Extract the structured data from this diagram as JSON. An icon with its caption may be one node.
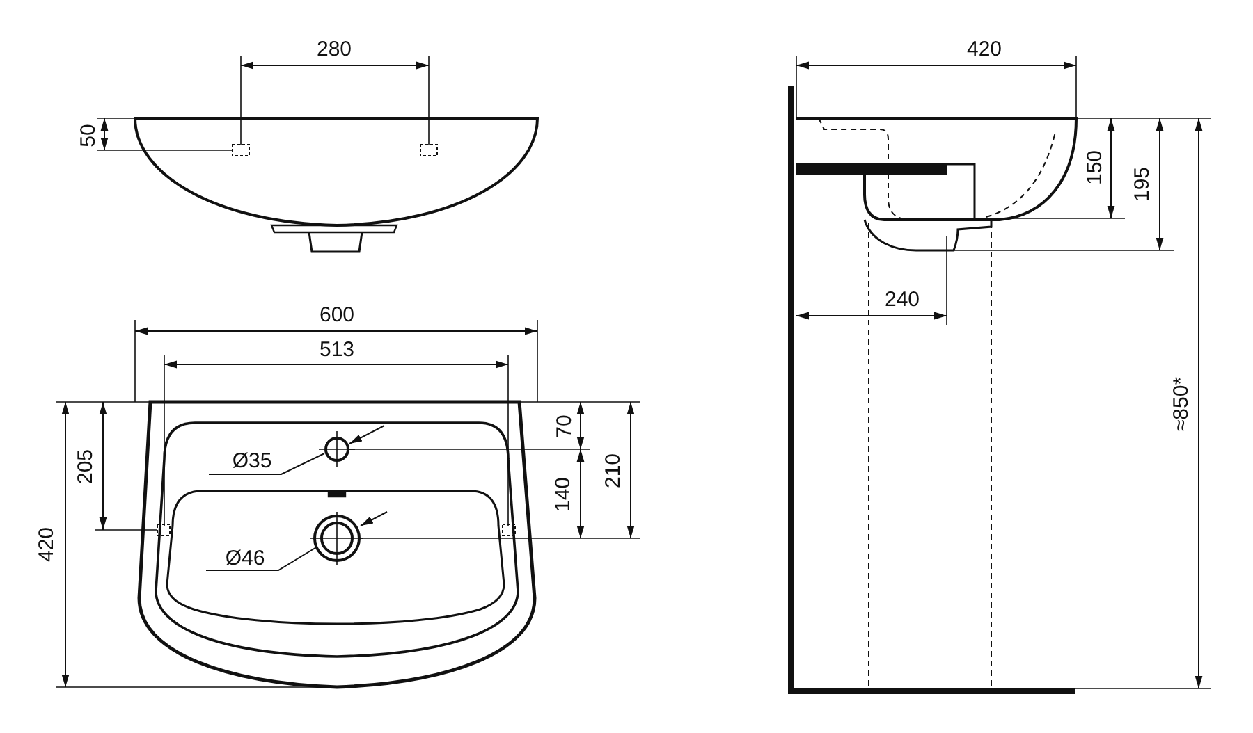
{
  "diagram": {
    "labels": [
      "280",
      "50",
      "420",
      "150",
      "195",
      "600",
      "513",
      "240",
      "≈850*",
      "205",
      "70",
      "Ø35",
      "210",
      "140",
      "Ø46",
      "420"
    ]
  }
}
